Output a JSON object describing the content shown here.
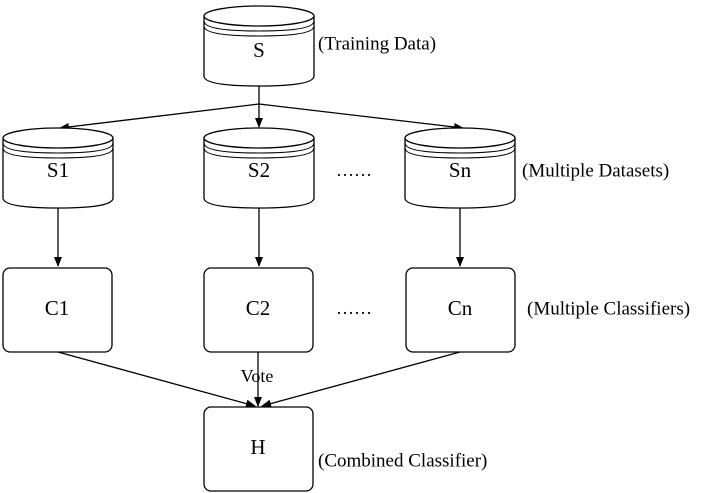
{
  "datasets": {
    "source": {
      "label": "S",
      "annotation": "(Training Data)"
    },
    "subsets": [
      {
        "label": "S1"
      },
      {
        "label": "S2"
      },
      {
        "label": "Sn"
      }
    ],
    "ellipsis": "……",
    "annotation": "(Multiple Datasets)"
  },
  "classifiers": {
    "items": [
      {
        "label": "C1"
      },
      {
        "label": "C2"
      },
      {
        "label": "Cn"
      }
    ],
    "ellipsis": "……",
    "annotation": "(Multiple Classifiers)"
  },
  "vote_label": "Vote",
  "combined": {
    "label": "H",
    "annotation": "(Combined Classifier)"
  },
  "colors": {
    "stroke": "#000000",
    "fill": "#ffffff"
  }
}
